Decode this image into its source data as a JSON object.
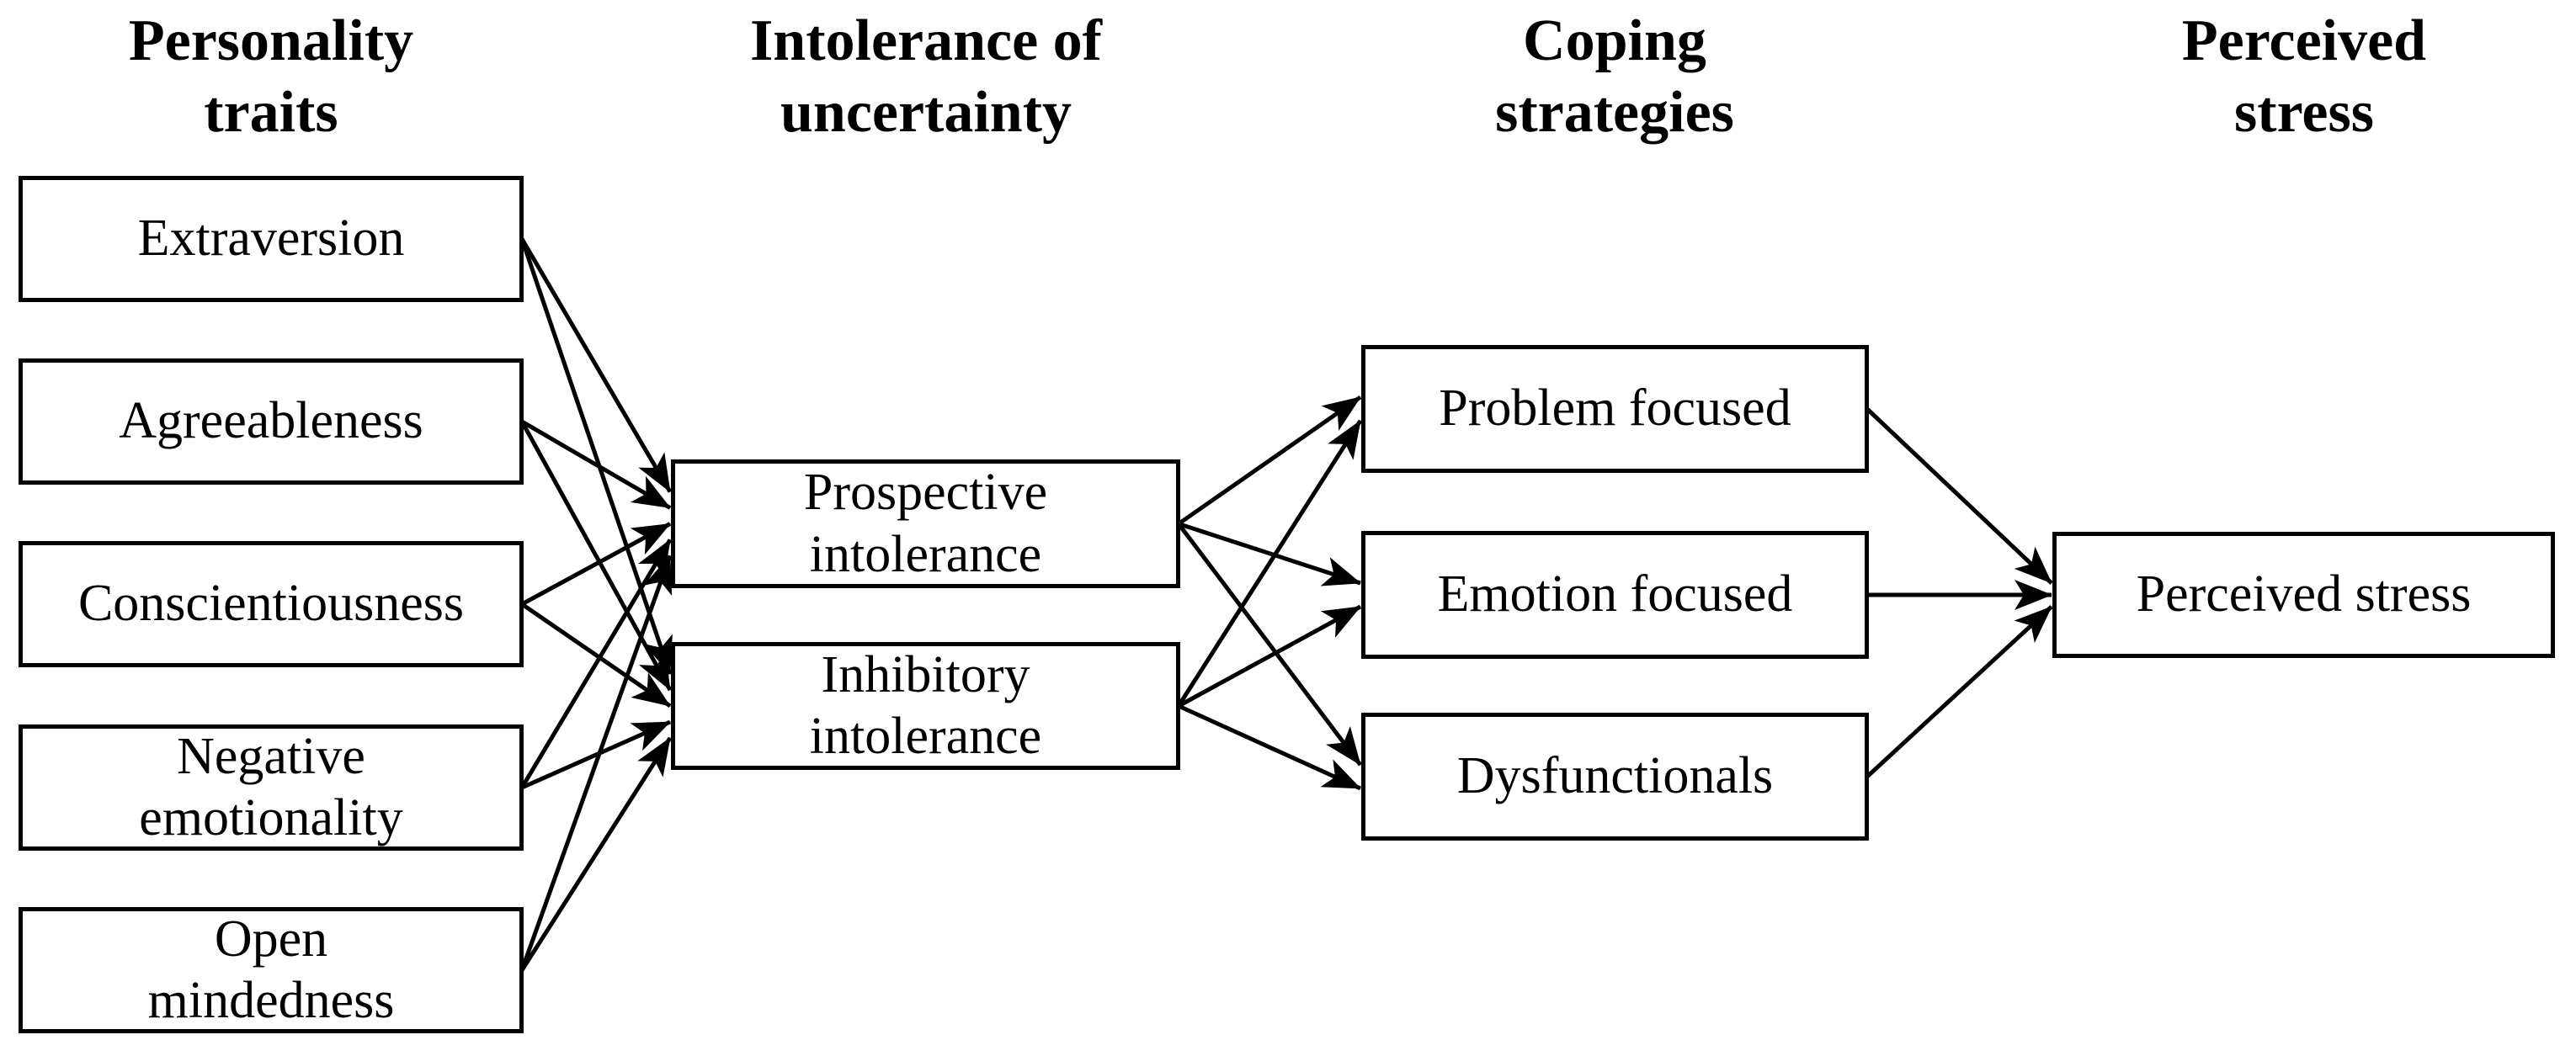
{
  "figure": {
    "background_color": "#ffffff",
    "line_color": "#000000",
    "box_fill": "#ffffff",
    "box_border_color": "#000000",
    "columns": [
      {
        "id": "personality",
        "title": "Personality\ntraits"
      },
      {
        "id": "iu",
        "title": "Intolerance of\nuncertainty"
      },
      {
        "id": "coping",
        "title": "Coping\nstrategies"
      },
      {
        "id": "stress",
        "title": "Perceived\nstress"
      }
    ],
    "nodes": [
      {
        "id": "extraversion",
        "column": "personality",
        "label": "Extraversion"
      },
      {
        "id": "agreeableness",
        "column": "personality",
        "label": "Agreeableness"
      },
      {
        "id": "conscientiousness",
        "column": "personality",
        "label": "Conscientiousness"
      },
      {
        "id": "negative_emotionality",
        "column": "personality",
        "label": "Negative\nemotionality"
      },
      {
        "id": "open_mindedness",
        "column": "personality",
        "label": "Open\nmindedness"
      },
      {
        "id": "prospective",
        "column": "iu",
        "label": "Prospective\nintolerance"
      },
      {
        "id": "inhibitory",
        "column": "iu",
        "label": "Inhibitory\nintolerance"
      },
      {
        "id": "problem",
        "column": "coping",
        "label": "Problem focused"
      },
      {
        "id": "emotion",
        "column": "coping",
        "label": "Emotion focused"
      },
      {
        "id": "dysfunctional",
        "column": "coping",
        "label": "Dysfunctionals"
      },
      {
        "id": "perceived_stress",
        "column": "stress",
        "label": "Perceived stress"
      }
    ],
    "edges": [
      {
        "from": "extraversion",
        "to": "prospective"
      },
      {
        "from": "agreeableness",
        "to": "prospective"
      },
      {
        "from": "conscientiousness",
        "to": "prospective"
      },
      {
        "from": "negative_emotionality",
        "to": "prospective"
      },
      {
        "from": "open_mindedness",
        "to": "prospective"
      },
      {
        "from": "extraversion",
        "to": "inhibitory"
      },
      {
        "from": "agreeableness",
        "to": "inhibitory"
      },
      {
        "from": "conscientiousness",
        "to": "inhibitory"
      },
      {
        "from": "negative_emotionality",
        "to": "inhibitory"
      },
      {
        "from": "open_mindedness",
        "to": "inhibitory"
      },
      {
        "from": "prospective",
        "to": "problem"
      },
      {
        "from": "prospective",
        "to": "emotion"
      },
      {
        "from": "prospective",
        "to": "dysfunctional"
      },
      {
        "from": "inhibitory",
        "to": "problem"
      },
      {
        "from": "inhibitory",
        "to": "emotion"
      },
      {
        "from": "inhibitory",
        "to": "dysfunctional"
      },
      {
        "from": "problem",
        "to": "perceived_stress"
      },
      {
        "from": "emotion",
        "to": "perceived_stress"
      },
      {
        "from": "dysfunctional",
        "to": "perceived_stress"
      }
    ]
  }
}
